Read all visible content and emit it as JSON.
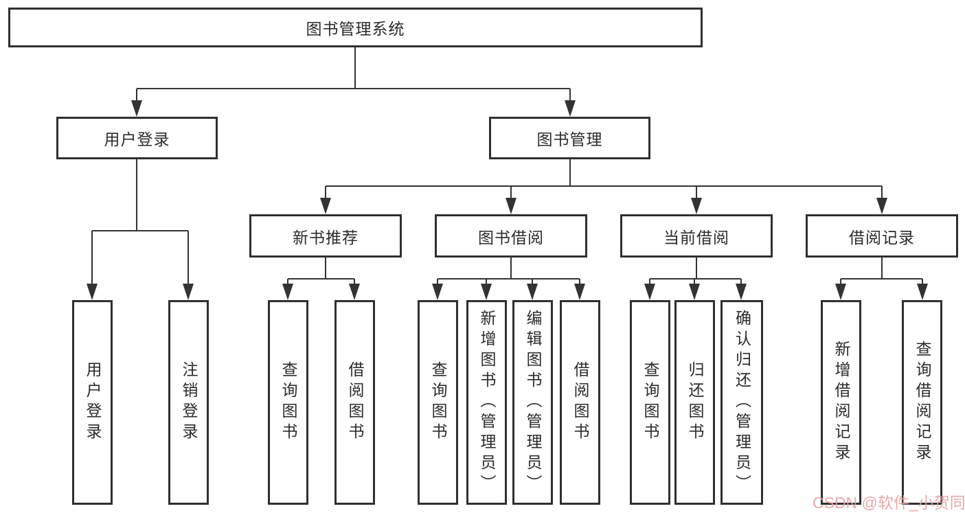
{
  "tree": {
    "root": {
      "label": "图书管理系统"
    },
    "branches": [
      {
        "label": "用户登录",
        "children": [
          {
            "label": "用户登录"
          },
          {
            "label": "注销登录"
          }
        ]
      },
      {
        "label": "图书管理",
        "children": [
          {
            "label": "新书推荐",
            "children": [
              {
                "label": "查询图书"
              },
              {
                "label": "借阅图书"
              }
            ]
          },
          {
            "label": "图书借阅",
            "children": [
              {
                "label": "查询图书"
              },
              {
                "label": "新增图书（管理员）"
              },
              {
                "label": "编辑图书（管理员）"
              },
              {
                "label": "借阅图书"
              }
            ]
          },
          {
            "label": "当前借阅",
            "children": [
              {
                "label": "查询图书"
              },
              {
                "label": "归还图书"
              },
              {
                "label": "确认归还（管理员）"
              }
            ]
          },
          {
            "label": "借阅记录",
            "children": [
              {
                "label": "新增借阅记录"
              },
              {
                "label": "查询借阅记录"
              }
            ]
          }
        ]
      }
    ]
  },
  "watermark": {
    "text": "CSDN @软件_小贺同学",
    "color": "#e89f9f"
  },
  "colors": {
    "box_border": "#2f2f2f",
    "connector_line": "#333333",
    "text": "#2b2b2b",
    "background": "#ffffff"
  }
}
